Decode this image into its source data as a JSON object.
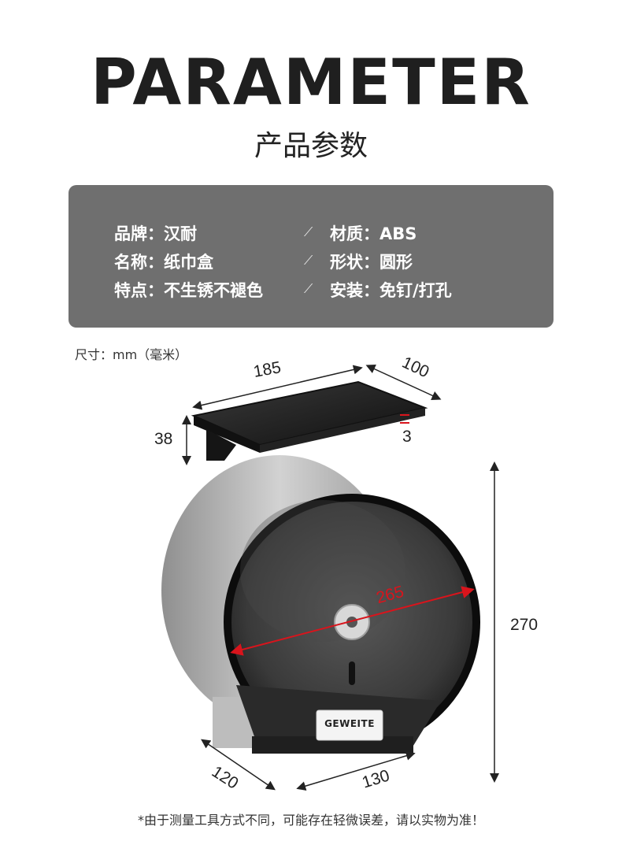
{
  "header": {
    "title": "PARAMETER",
    "subtitle": "产品参数"
  },
  "specs": {
    "brand": "品牌：汉耐",
    "name": "名称：纸巾盒",
    "feature": "特点：不生锈不褪色",
    "material": "材质：ABS",
    "shape": "形状：圆形",
    "install": "安装：免钉/打孔",
    "separator": "⟋"
  },
  "dimensions": {
    "unit_note": "尺寸：mm（毫米）",
    "shelf_length": "185",
    "shelf_depth": "100",
    "shelf_height": "38",
    "shelf_thickness": "3",
    "diameter": "265",
    "height": "270",
    "base_depth": "120",
    "base_width": "130"
  },
  "product": {
    "logo": "GEWEITE"
  },
  "footer": {
    "note": "*由于测量工具方式不同，可能存在轻微误差，请以实物为准！"
  },
  "colors": {
    "panel": "#6f6f6f",
    "accent_red": "#d9141c",
    "shell": "#1a1a1a"
  }
}
